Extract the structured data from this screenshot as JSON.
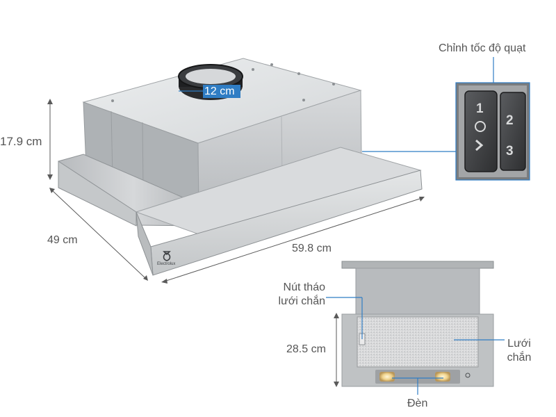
{
  "dimensions": {
    "height": "17.9 cm",
    "depth": "49 cm",
    "width": "59.8 cm",
    "duct": "12 cm",
    "front_height": "28.5 cm"
  },
  "callouts": {
    "fan_speed": "Chỉnh tốc độ quạt",
    "filter_release": "Nút tháo lưới chắn",
    "filter": "Lưới chắn",
    "light": "Đèn"
  },
  "switch_labels": {
    "key1_top": "1",
    "key2_top": "2",
    "key2_bottom": "3"
  },
  "brand": {
    "logo_text": "Electrolux"
  },
  "colors": {
    "dimension_line": "#5a5a5a",
    "callout_line": "#2f7dc4",
    "duct_label_bg": "#2f7dc4",
    "steel": "#c9ccce"
  }
}
